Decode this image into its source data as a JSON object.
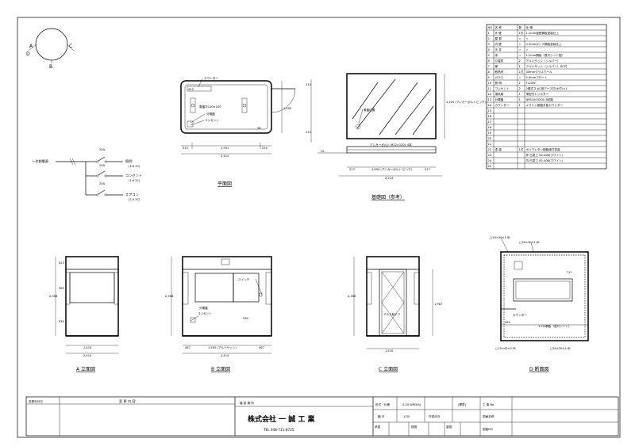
{
  "drawing": {
    "views": {
      "plan": "平面図",
      "foundation": "基礎図（参考）",
      "elev_a": "A 立面図",
      "elev_b": "B 立面図",
      "elev_c": "C 立面図",
      "elev_d": "D 断面図"
    },
    "compass": {
      "a": "A",
      "b": "B",
      "c": "C",
      "d": "D"
    },
    "wiring": {
      "source": "一次側電源",
      "breaker_amp": "20A",
      "circuits": [
        {
          "name": "照明",
          "spec": "(1.6 2C)"
        },
        {
          "name": "コンセント",
          "spec": "(1.6 2C)"
        },
        {
          "name": "エアコン",
          "spec": "(2.0 2C)"
        }
      ]
    },
    "plan_labels": {
      "counter": "カウンター",
      "panel": "電盤次100×100",
      "distribution": "分電盤",
      "outlet": "コンセント",
      "sr": "SR",
      "dim_main": "2,414",
      "dim_inner": "1,931",
      "dim_l": "210",
      "dim_r": "210",
      "dim_side": "1,400",
      "dim_a": "450"
    },
    "foundation_labels": {
      "anchor": "アンカーボルト M12×120L 4本",
      "box_pos": "電盤位置",
      "dim_total": "2,514",
      "dim_mid": "1,600 (アンカーボルト ピッチ)",
      "dim_l": "517",
      "dim_r": "517",
      "dim_h": "1,420 (アンカーボルトピッチ)",
      "dim_top": "210",
      "dim_bot": "210",
      "gl": "GL"
    },
    "elevation_labels": {
      "h_total": "2,308",
      "h_a": "965",
      "h_b": "930",
      "h_top": "413",
      "w_a": "1,410",
      "w_a_total": "2,414",
      "b_l": "467",
      "b_r": "467",
      "b_mid": "1,500 (アルミサッシ)",
      "b_total": "2,414",
      "switch": "スイッチ",
      "dist": "分電盤",
      "outlet": "コンセント",
      "c_total": "1,410",
      "c_h": "1,987",
      "door": "アルミ製ドア",
      "d_counter": "カウンター",
      "d_label1": "□50×30×1.6t",
      "d_label2": "□50×30×1.6t",
      "d_label3": "□75×45×2.3t",
      "d_label4": "□50×30×1.6t",
      "d_cable": "1.2m鋼板（長尺シート）",
      "d_dim": "711",
      "d_dim2": "450"
    },
    "parts_table": {
      "headers": [
        "NO",
        "名 称",
        "数",
        "仕 様"
      ],
      "rows": [
        [
          "1",
          "外 壁",
          "1式",
          "1.1mm亜鉛鋼板塗装仕上"
        ],
        [
          "2",
          "屋 根",
          "〃",
          "〃"
        ],
        [
          "3",
          "内 壁",
          "〃",
          "0.3mmボンデ鋼板塗装仕上"
        ],
        [
          "4",
          "天 井",
          "〃",
          "〃"
        ],
        [
          "5",
          "床",
          "〃",
          "1.2mm鋼板（長尺シート貼）"
        ],
        [
          "6",
          "引違窓",
          "2",
          "アルミサッシ（シルバー）"
        ],
        [
          "7",
          "扉",
          "1",
          "アルミサッシ（シルバー）DC付"
        ],
        [
          "8",
          "断熱材",
          "1式",
          "30mmグラスウール"
        ],
        [
          "9",
          "ガラス",
          "〃",
          "5.0mmフロート"
        ],
        [
          "10",
          "照 明",
          "2",
          "FL20W"
        ],
        [
          "11",
          "コンセント",
          "2",
          "2連式ス.AC用アース付(キ付)×1"
        ],
        [
          "12",
          "換気扇",
          "1",
          "薄型式レジスター"
        ],
        [
          "13",
          "分電盤",
          "1",
          "NFB100V20A 3回路"
        ],
        [
          "14",
          "カウンター",
          "1",
          "メラミン樹脂天板カウンター"
        ],
        [
          "15",
          "",
          "",
          ""
        ],
        [
          "16",
          "",
          "",
          ""
        ],
        [
          "17",
          "",
          "",
          ""
        ],
        [
          "18",
          "",
          "",
          ""
        ],
        [
          "19",
          "",
          "",
          ""
        ],
        [
          "20",
          "",
          "",
          ""
        ],
        [
          "21",
          "",
          "",
          ""
        ],
        [
          "22",
          "塗 装",
          "1式",
          "ポリウレタン樹脂焼付塗装"
        ],
        [
          "23",
          "",
          "",
          "外:日塗工 62-408(ホワイト)"
        ],
        [
          "24",
          "",
          "",
          "内:日塗工 62-408(ホワイト)"
        ],
        [
          "25",
          "",
          "",
          ""
        ]
      ]
    },
    "title_block": {
      "change_date": "変更年月日",
      "change_content": "変 更 内 容",
      "site": "建 設 場 所",
      "company": "株式会社 一 誠 工 業",
      "tel": "TEL 048-711-8725",
      "model_label": "形式・仕様",
      "model_value": "4-20 WRD(A)",
      "standard": "(標準)",
      "work_no": "工 事 No",
      "scale_label": "縮 尺",
      "scale_value": "1/30",
      "date_label": "作成月日",
      "drawing_name": "図面名称",
      "drawing_no": "図面NO",
      "approve": "承認",
      "check": "検図",
      "draw": "製図"
    }
  }
}
